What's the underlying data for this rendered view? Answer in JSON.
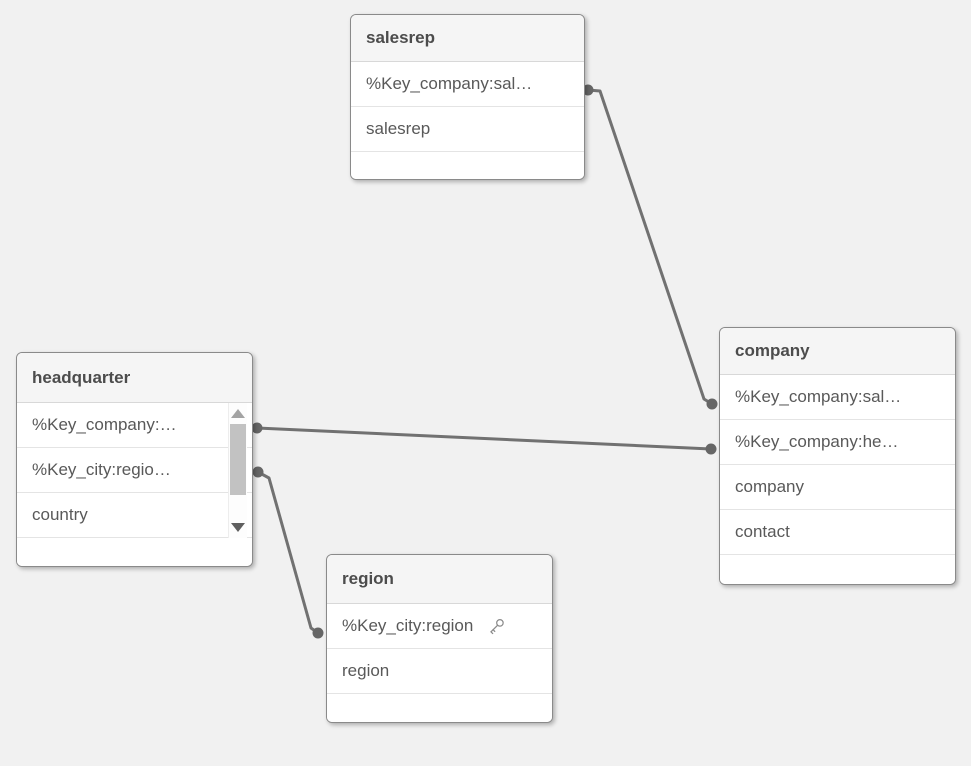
{
  "canvas": {
    "background": "#f1f1f1"
  },
  "palette": {
    "table_border": "#8a8a8a",
    "header_bg": "#f5f5f5",
    "header_text": "#4c4c4c",
    "field_text": "#595959",
    "row_divider": "#e4e4e4",
    "connector_line": "#717171",
    "connector_dot": "#666666",
    "scrollbar_thumb": "#c2c2c2"
  },
  "tables": {
    "salesrep": {
      "title": "salesrep",
      "fields": [
        {
          "name": "%Key_company:sal…"
        },
        {
          "name": "salesrep"
        }
      ]
    },
    "company": {
      "title": "company",
      "fields": [
        {
          "name": "%Key_company:sal…"
        },
        {
          "name": "%Key_company:he…"
        },
        {
          "name": "company"
        },
        {
          "name": "contact"
        }
      ]
    },
    "headquarter": {
      "title": "headquarter",
      "fields": [
        {
          "name": "%Key_company:…"
        },
        {
          "name": "%Key_city:regio…"
        },
        {
          "name": "country"
        }
      ],
      "has_scrollbar": true
    },
    "region": {
      "title": "region",
      "fields": [
        {
          "name": "%Key_city:region",
          "is_key": true
        },
        {
          "name": "region"
        }
      ]
    }
  },
  "connections": [
    {
      "from_table": "salesrep",
      "from_field": "%Key_company:sal…",
      "to_table": "company",
      "to_field": "%Key_company:sal…"
    },
    {
      "from_table": "headquarter",
      "from_field": "%Key_company:…",
      "to_table": "company",
      "to_field": "%Key_company:he…"
    },
    {
      "from_table": "headquarter",
      "from_field": "%Key_city:regio…",
      "to_table": "region",
      "to_field": "%Key_city:region"
    }
  ]
}
